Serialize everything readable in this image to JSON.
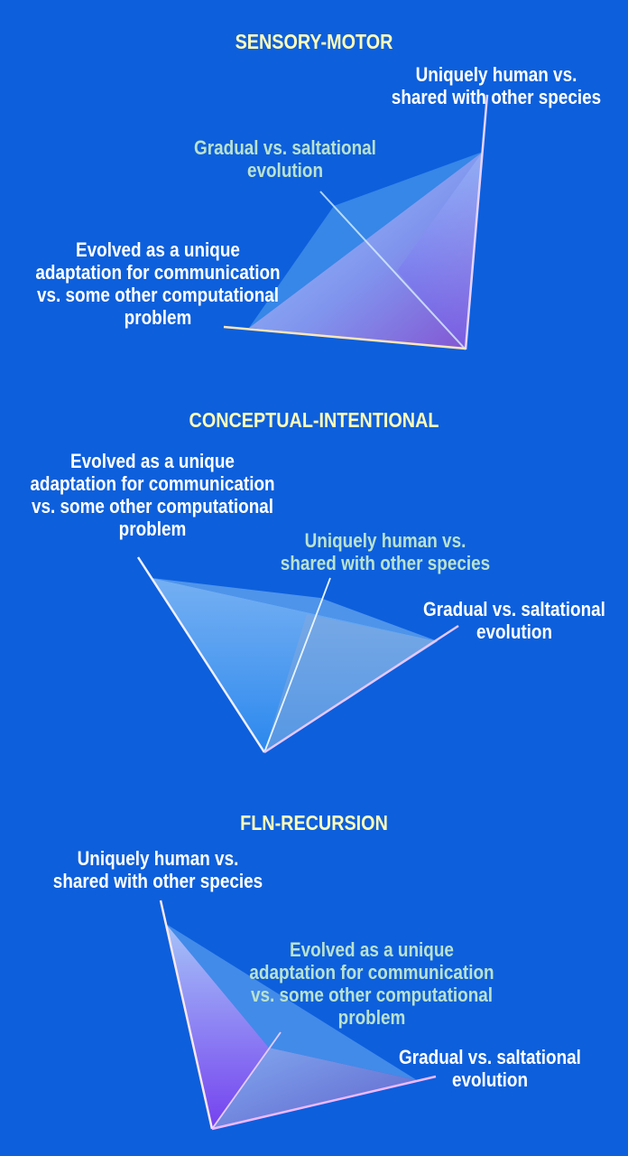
{
  "panels": [
    {
      "title": "SENSORY-MOTOR",
      "labels": {
        "uniqueness": [
          "Uniquely human vs.",
          "shared with other species"
        ],
        "gradual": [
          "Gradual vs. saltational",
          "evolution"
        ],
        "adaptation": [
          "Evolved as a unique",
          "adaptation for communication",
          "vs. some other computational",
          "problem"
        ]
      }
    },
    {
      "title": "CONCEPTUAL-INTENTIONAL",
      "labels": {
        "adaptation": [
          "Evolved as a unique",
          "adaptation for communication",
          "vs. some other computational",
          "problem"
        ],
        "uniqueness": [
          "Uniquely human vs.",
          "shared with other species"
        ],
        "gradual": [
          "Gradual vs. saltational",
          "evolution"
        ]
      }
    },
    {
      "title": "FLN-RECURSION",
      "labels": {
        "uniqueness": [
          "Uniquely human vs.",
          "shared with other species"
        ],
        "adaptation": [
          "Evolved as a unique",
          "adaptation for communication",
          "vs. some other computational",
          "problem"
        ],
        "gradual": [
          "Gradual vs. saltational",
          "evolution"
        ]
      }
    }
  ],
  "colors": {
    "background": "#0d5fdc",
    "title": "#fffbb8",
    "label_white": "#ffffff",
    "label_green": "#b9e2cf"
  }
}
